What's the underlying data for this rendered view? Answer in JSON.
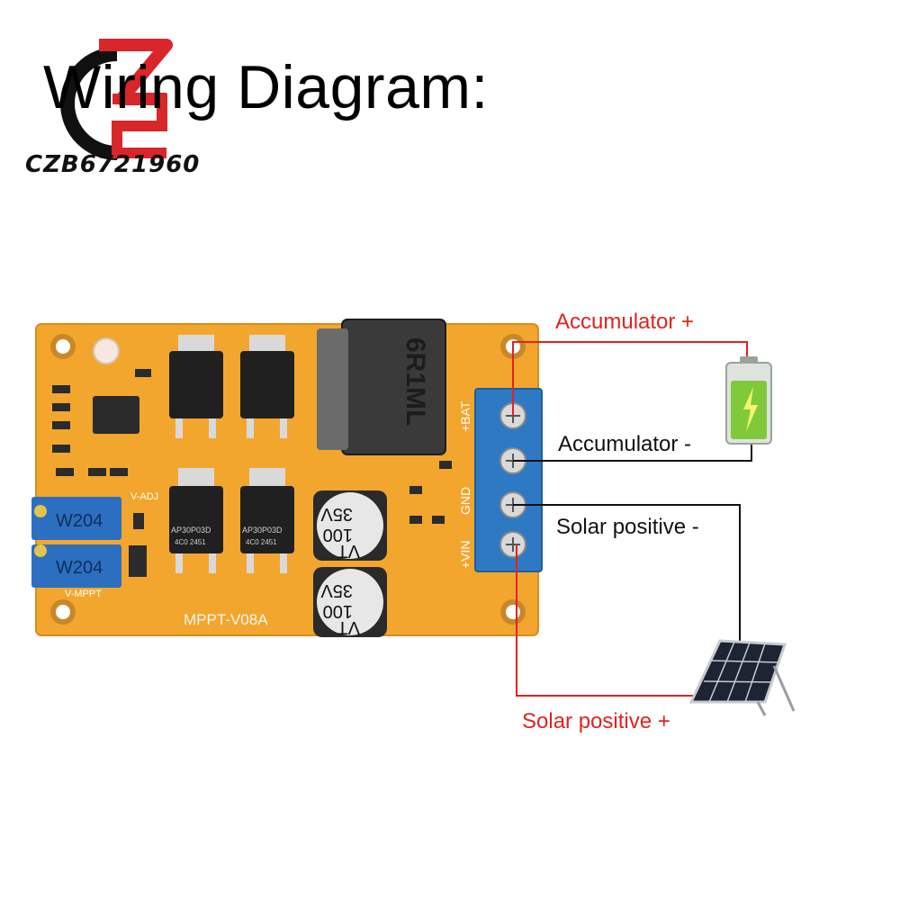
{
  "title": "Wiring Diagram:",
  "watermark": "CZB6721960",
  "labels": {
    "acc_pos": "Accumulator +",
    "acc_neg": "Accumulator -",
    "solar_neg": "Solar positive -",
    "solar_pos": "Solar positive +"
  },
  "board": {
    "model": "MPPT-V08A",
    "inductor": "6R1ML",
    "pot1": "W204",
    "pot2": "W204",
    "v_adj": "V-ADJ",
    "v_mppt": "V-MPPT",
    "mosfet1": "AP30P03D",
    "mosfet2": "AP30P03D",
    "mosfet_code1": "4C0  2451",
    "mosfet_code2": "4C0  2451",
    "cap_value": "100",
    "cap_voltage": "35V",
    "cap_brand": "VT",
    "term_bat": "+BAT",
    "term_gnd": "GND",
    "term_vin": "+VIN"
  },
  "colors": {
    "pcb": "#f2a62e",
    "wire_red": "#e0231f",
    "wire_black": "#111111",
    "terminal": "#2e79c4"
  },
  "icons": [
    "battery-icon",
    "solar-panel-icon",
    "logo-icon"
  ]
}
